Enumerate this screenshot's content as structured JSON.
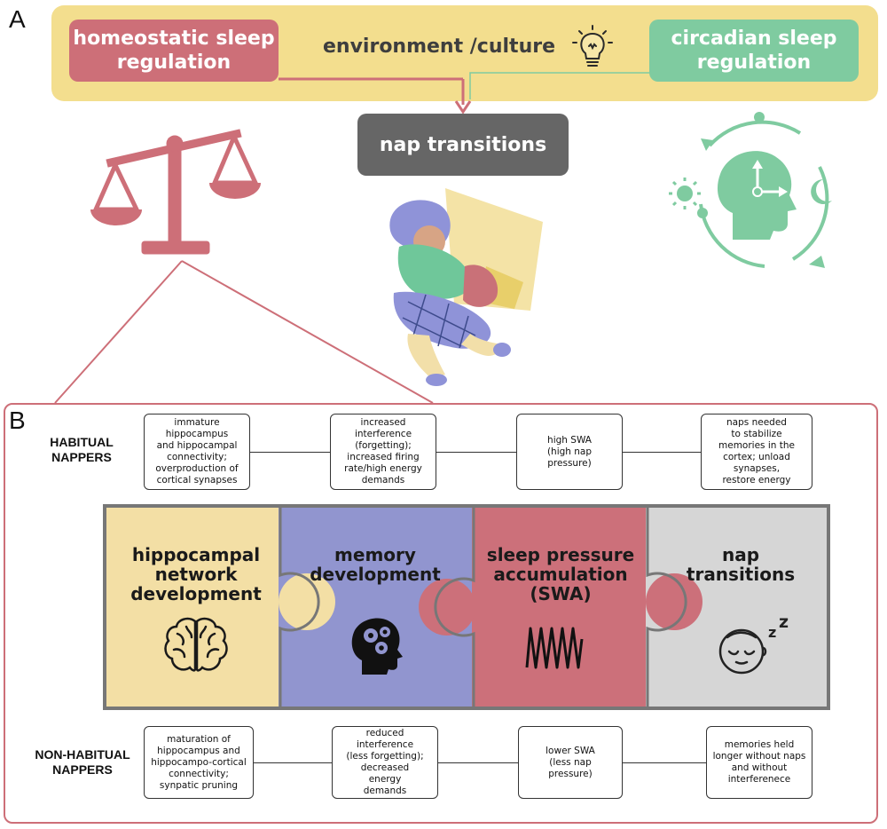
{
  "panel_a": {
    "letter": "A",
    "homeostatic": [
      "homeostatic sleep",
      "regulation"
    ],
    "environment": "environment /culture",
    "circadian": [
      "circadian sleep",
      "regulation"
    ],
    "nap_transitions": "nap transitions"
  },
  "panel_b": {
    "letter": "B",
    "habitual_label": [
      "HABITUAL",
      "NAPPERS"
    ],
    "nonhabitual_label": [
      "NON-HABITUAL",
      "NAPPERS"
    ],
    "habitual_boxes": [
      [
        "immature hippocampus",
        "and hippocampal",
        "connectivity;",
        "overproduction of",
        "cortical synapses"
      ],
      [
        "increased interference",
        "(forgetting);",
        "increased firing",
        "rate/high energy",
        "demands"
      ],
      [
        "high SWA",
        "(high nap",
        "pressure)"
      ],
      [
        "naps needed",
        "to stabilize",
        "memories in the",
        "cortex; unload",
        "synapses,",
        "restore energy"
      ]
    ],
    "nonhabitual_boxes": [
      [
        "maturation of",
        "hippocampus and",
        "hippocampo-cortical",
        "connectivity;",
        "synpatic pruning"
      ],
      [
        "reduced interference",
        "(less forgetting);",
        "decreased",
        "energy",
        "demands"
      ],
      [
        "lower SWA",
        "(less nap",
        "pressure)"
      ],
      [
        "memories held",
        "longer without naps",
        "and without",
        "interferenece"
      ]
    ],
    "puzzle": [
      {
        "title": [
          "hippocampal",
          "network",
          "development"
        ],
        "icon": "brain-icon",
        "color": "#f3dfa5"
      },
      {
        "title": [
          "memory",
          "development"
        ],
        "icon": "head-gears-icon",
        "color": "#9195cf"
      },
      {
        "title": [
          "sleep pressure",
          "accumulation",
          "(SWA)"
        ],
        "icon": "wave-icon",
        "color": "#cc707a"
      },
      {
        "title": [
          "nap",
          "transitions"
        ],
        "icon": "sleeping-face-icon",
        "color": "#d6d6d6"
      }
    ],
    "sleep_glyph": "z"
  },
  "colors": {
    "band": "#f3de8e",
    "homeostatic": "#cd6f78",
    "circadian": "#7fcba0",
    "nap": "#666666"
  }
}
